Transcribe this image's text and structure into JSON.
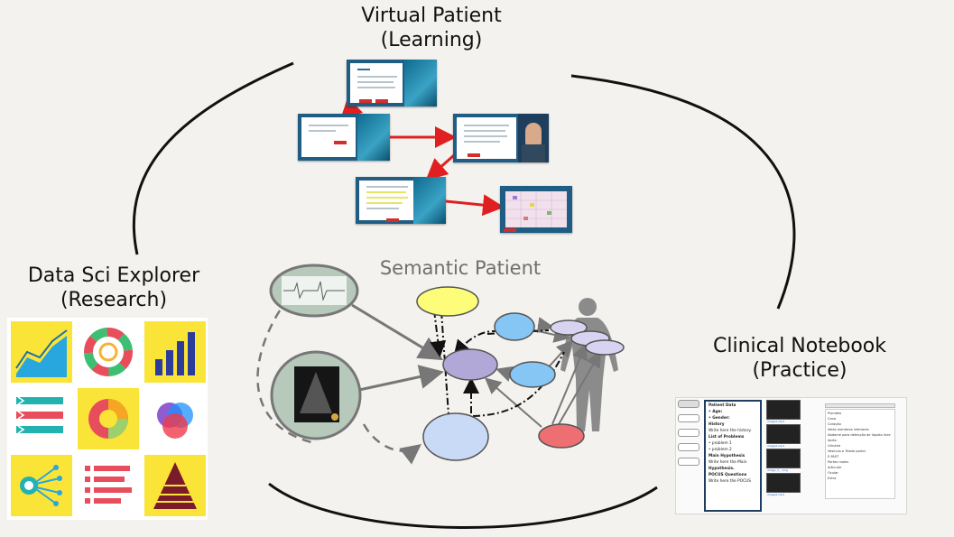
{
  "labels": {
    "virtual_patient": [
      "Virtual Patient",
      "(Learning)"
    ],
    "data_sci_explorer": [
      "Data Sci Explorer",
      "(Research)"
    ],
    "clinical_notebook": [
      "Clinical Notebook",
      "(Practice)"
    ],
    "semantic_patient": "Semantic Patient"
  },
  "colors": {
    "background": "#f4f2ee",
    "tile_yellow": "#fbe438",
    "node_yellow": "#fdfd7a",
    "node_purple": "#b1a8d8",
    "node_blue": "#86c6f4",
    "node_lightblue": "#c9daf6",
    "node_red": "#ee6f72",
    "arrow_red": "#e02020"
  },
  "icons": [
    "area-chart-icon",
    "donut-ring-icon",
    "bar-chart-icon",
    "arrow-bars-icon",
    "pie-chart-icon",
    "venn-icon",
    "network-icon",
    "list-icon",
    "pyramid-icon"
  ],
  "notebook": {
    "form_lines": [
      "Patient Data",
      "• Age:",
      "• Gender:",
      "History",
      "Write here the history.",
      "List of Problems",
      "• problem 1",
      "• problem 2",
      "Main Hypothesis",
      "Write here the Main",
      "Hypothesis.",
      "POCUS Questions",
      "Write here the POCUS"
    ],
    "image_captions": [
      "image1.mp4",
      "image2.mp4",
      "image_3_...png",
      "image4.mp4"
    ],
    "list_options": [
      "Pulmões",
      "Cava",
      "Coração",
      "Veias membros inferiores",
      "Abdome para detecção de líquido livre",
      "Aorta",
      "Urinário",
      "Vesícula e Tríade portal",
      "E-FAST",
      "Partes moles",
      "Articular",
      "Ocular",
      "Extra"
    ]
  }
}
